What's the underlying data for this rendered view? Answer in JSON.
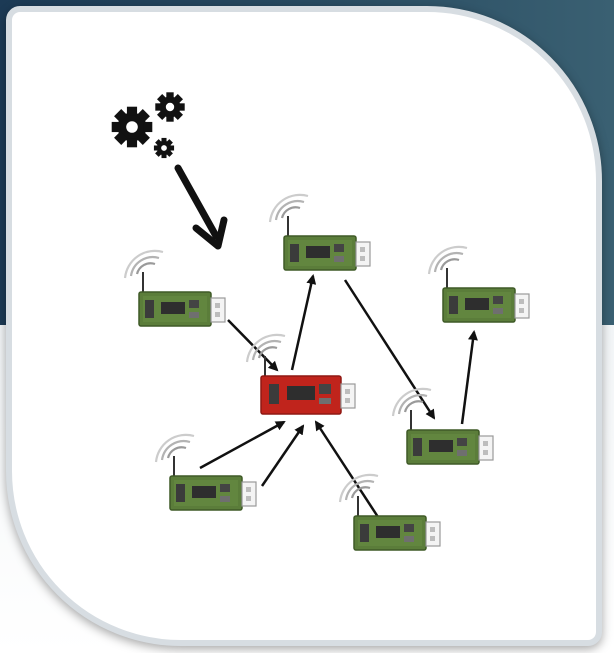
{
  "diagram": {
    "icons": {
      "process": "gears-icon",
      "sensor": "wireless-usb-sensor-icon",
      "hub": "wireless-usb-hub-icon"
    },
    "colors": {
      "sensor_board": "#5b7d3a",
      "hub_board": "#c0241c",
      "arrow": "#111111",
      "background_band": "#23445c"
    },
    "nodes": [
      {
        "id": "n1",
        "role": "sensor"
      },
      {
        "id": "n2",
        "role": "sensor"
      },
      {
        "id": "n3",
        "role": "sensor"
      },
      {
        "id": "n4",
        "role": "sensor"
      },
      {
        "id": "n5",
        "role": "sensor"
      },
      {
        "id": "n6",
        "role": "sensor"
      },
      {
        "id": "hub",
        "role": "hub"
      }
    ],
    "edges": [
      {
        "from": "gears",
        "to": "network"
      },
      {
        "from": "n2",
        "to": "hub"
      },
      {
        "from": "hub",
        "to": "n1"
      },
      {
        "from": "n1",
        "to": "n4"
      },
      {
        "from": "n4",
        "to": "n3"
      },
      {
        "from": "n5",
        "to": "hub"
      },
      {
        "from": "n5",
        "to": "hub"
      },
      {
        "from": "n6",
        "to": "hub"
      }
    ]
  }
}
